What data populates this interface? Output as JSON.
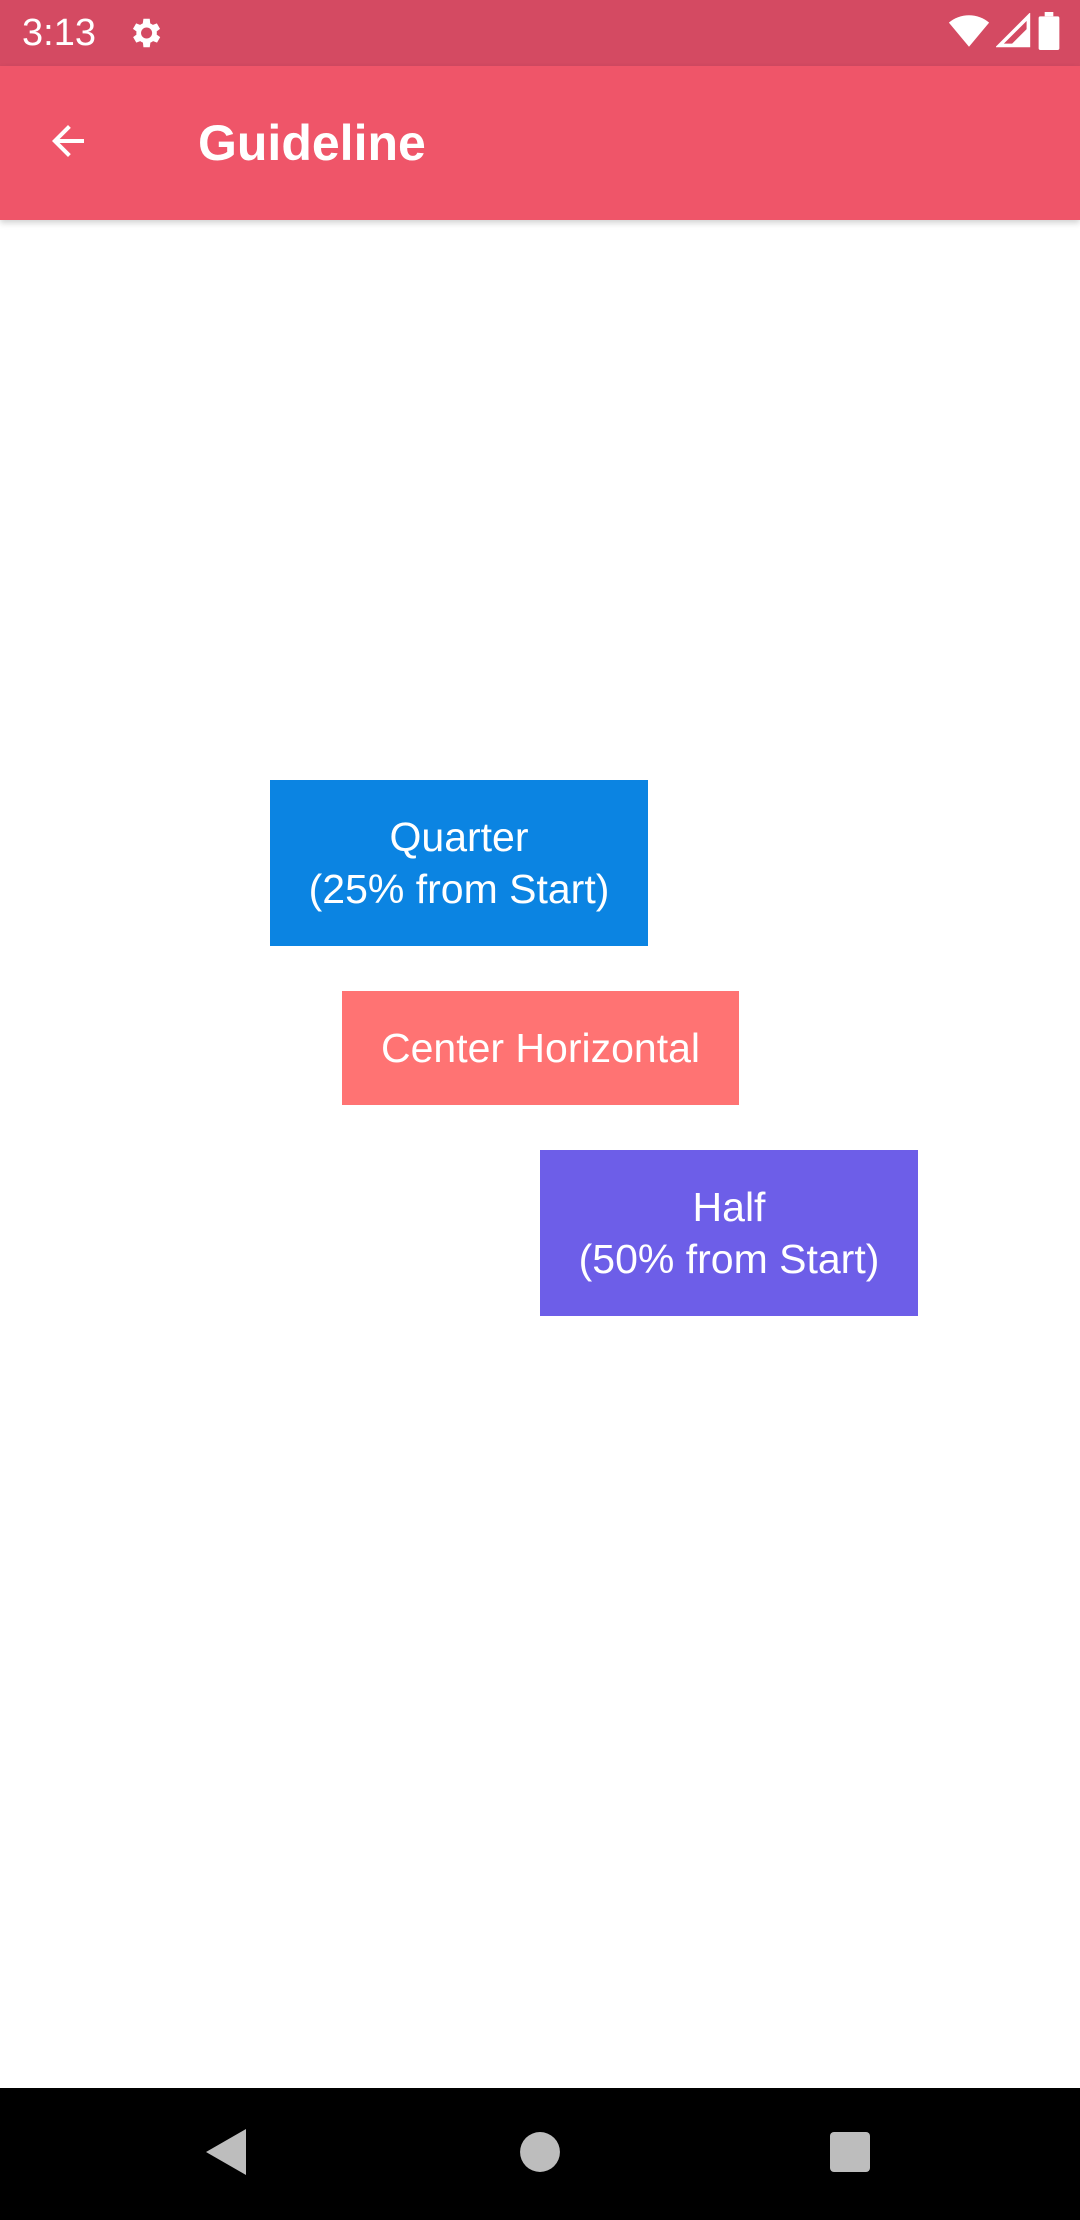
{
  "status_bar": {
    "time": "3:13",
    "icons": [
      "settings-gear-icon",
      "wifi-icon",
      "cellular-signal-icon",
      "battery-icon"
    ],
    "background_color": "#d44a62"
  },
  "app_bar": {
    "title": "Guideline",
    "back_icon": "arrow-back-icon",
    "background_color": "#ef5569"
  },
  "boxes": {
    "quarter": {
      "line1": "Quarter",
      "line2": "(25% from Start)",
      "color": "#0b84e2"
    },
    "center": {
      "label": "Center Horizontal",
      "color": "#ff7373"
    },
    "half": {
      "line1": "Half",
      "line2": "(50% from Start)",
      "color": "#6d5ee8"
    }
  },
  "nav_bar": {
    "buttons": [
      "nav-back-triangle-icon",
      "nav-home-circle-icon",
      "nav-recents-square-icon"
    ]
  }
}
